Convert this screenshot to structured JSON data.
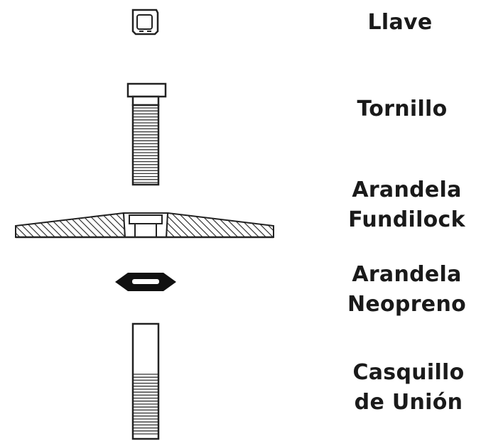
{
  "parts": [
    {
      "id": "llave",
      "lines": [
        "Llave"
      ]
    },
    {
      "id": "tornillo",
      "lines": [
        "Tornillo"
      ]
    },
    {
      "id": "fundilock",
      "lines": [
        "Arandela",
        "Fundilock"
      ]
    },
    {
      "id": "neopreno",
      "lines": [
        "Arandela",
        "Neopreno"
      ]
    },
    {
      "id": "casquillo",
      "lines": [
        "Casquillo",
        "de Unión"
      ]
    }
  ]
}
